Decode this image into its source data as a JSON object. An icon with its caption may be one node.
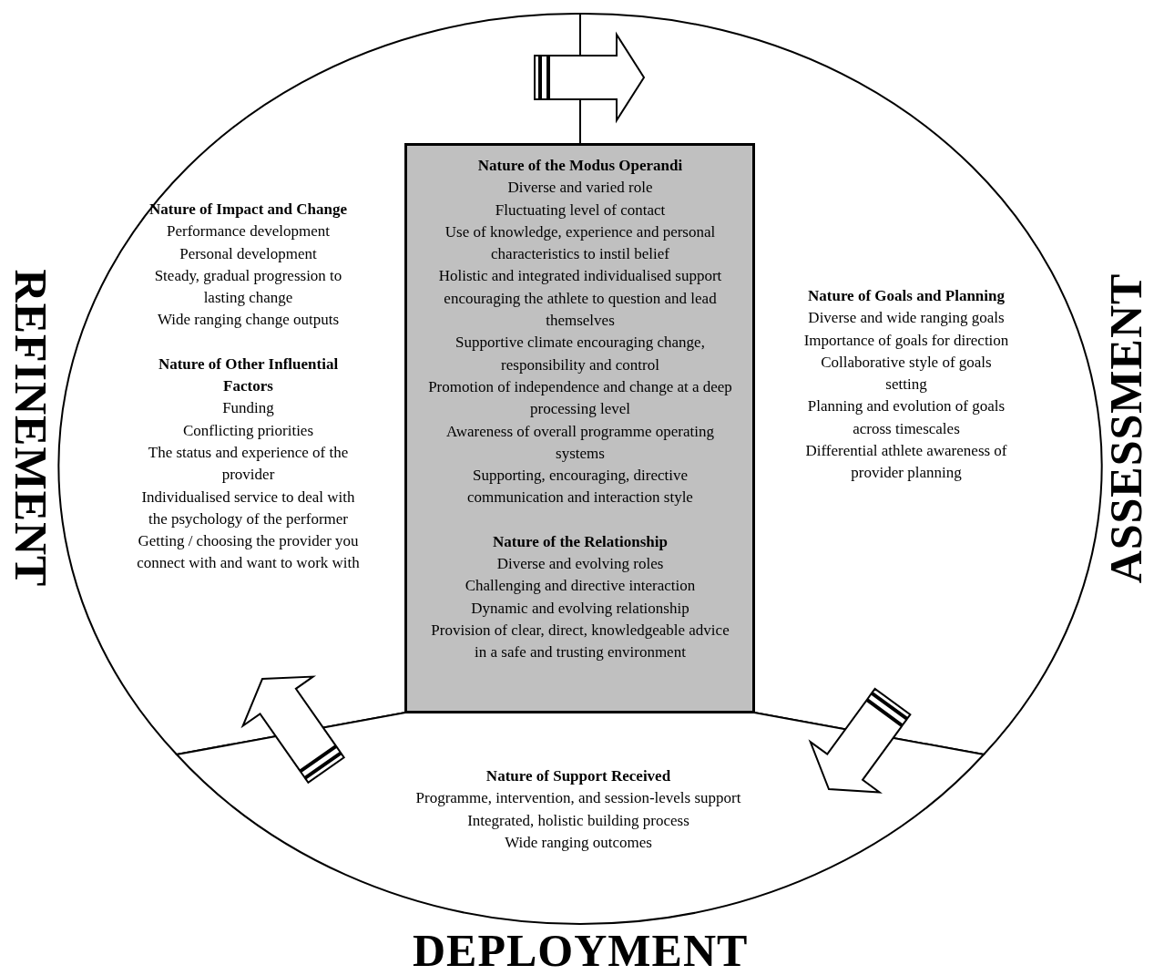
{
  "diagram": {
    "nodes": [
      {
        "text": [
          "Nature of Impact and Change",
          "Performance development",
          "Personal development",
          "Steady, gradual progression to lasting change",
          "Wide ranging change outputs",
          "Nature of Other Influential Factors",
          "Funding",
          "Conflicting priorities",
          "The status and experience of the provider",
          "Individualised service to deal with the psychology of the performer",
          "Getting / choosing the provider you connect with and want to work with"
        ]
      },
      {
        "text": [
          "Nature of the Modus Operandi",
          "Diverse and varied role",
          "Fluctuating level of contact",
          "Use of knowledge, experience and personal characteristics to instil belief",
          "Holistic and integrated individualised support encouraging the athlete to question and lead themselves",
          "Supportive climate encouraging change, responsibility and control",
          "Promotion of independence and change at a deep processing level",
          "Awareness of overall programme operating systems",
          "Supporting, encouraging, directive communication and interaction style",
          "Nature of the Relationship",
          "Diverse and evolving roles",
          "Challenging and directive interaction",
          "Dynamic and evolving relationship",
          "Provision of clear, direct, knowledgeable advice in a safe and trusting environment"
        ]
      },
      {
        "text": [
          "Nature of Goals and Planning",
          "Diverse and wide ranging goals",
          "Importance of goals for direction",
          "Collaborative style of goals setting",
          "Planning and evolution of goals across timescales",
          "Differential athlete awareness of provider planning"
        ]
      },
      {
        "text": [
          "Nature of Support Received",
          "Programme, intervention, and session-levels support",
          "Integrated, holistic building process",
          "Wide ranging outcomes"
        ]
      }
    ],
    "edges": [
      {
        "from": 0,
        "to": 2,
        "arrow": "to"
      },
      {
        "from": 2,
        "to": 3,
        "arrow": "to"
      },
      {
        "from": 3,
        "to": 0,
        "arrow": "to"
      }
    ],
    "labels": [
      "REFINEMENT",
      "ASSESSMENT",
      "DEPLOYMENT"
    ]
  }
}
